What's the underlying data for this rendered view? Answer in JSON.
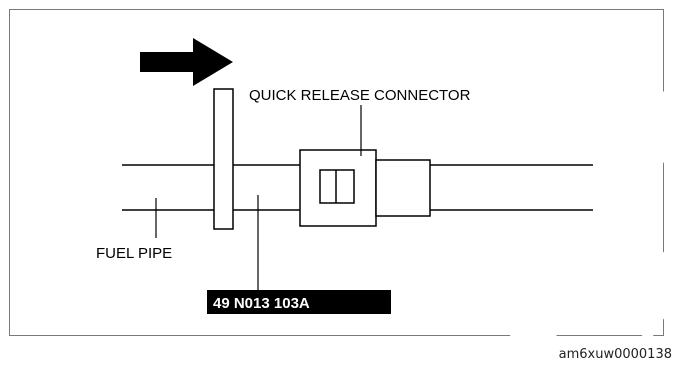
{
  "labels": {
    "connector": "QUICK RELEASE CONNECTOR",
    "fuel_pipe": "FUEL PIPE",
    "part_number": "49 N013 103A"
  },
  "reference_code": "am6xuw0000138",
  "colors": {
    "frame": "#7a7a7a",
    "line": "#000000",
    "watermark": "#ffffff"
  },
  "icons": [
    "arrow-right-icon"
  ]
}
